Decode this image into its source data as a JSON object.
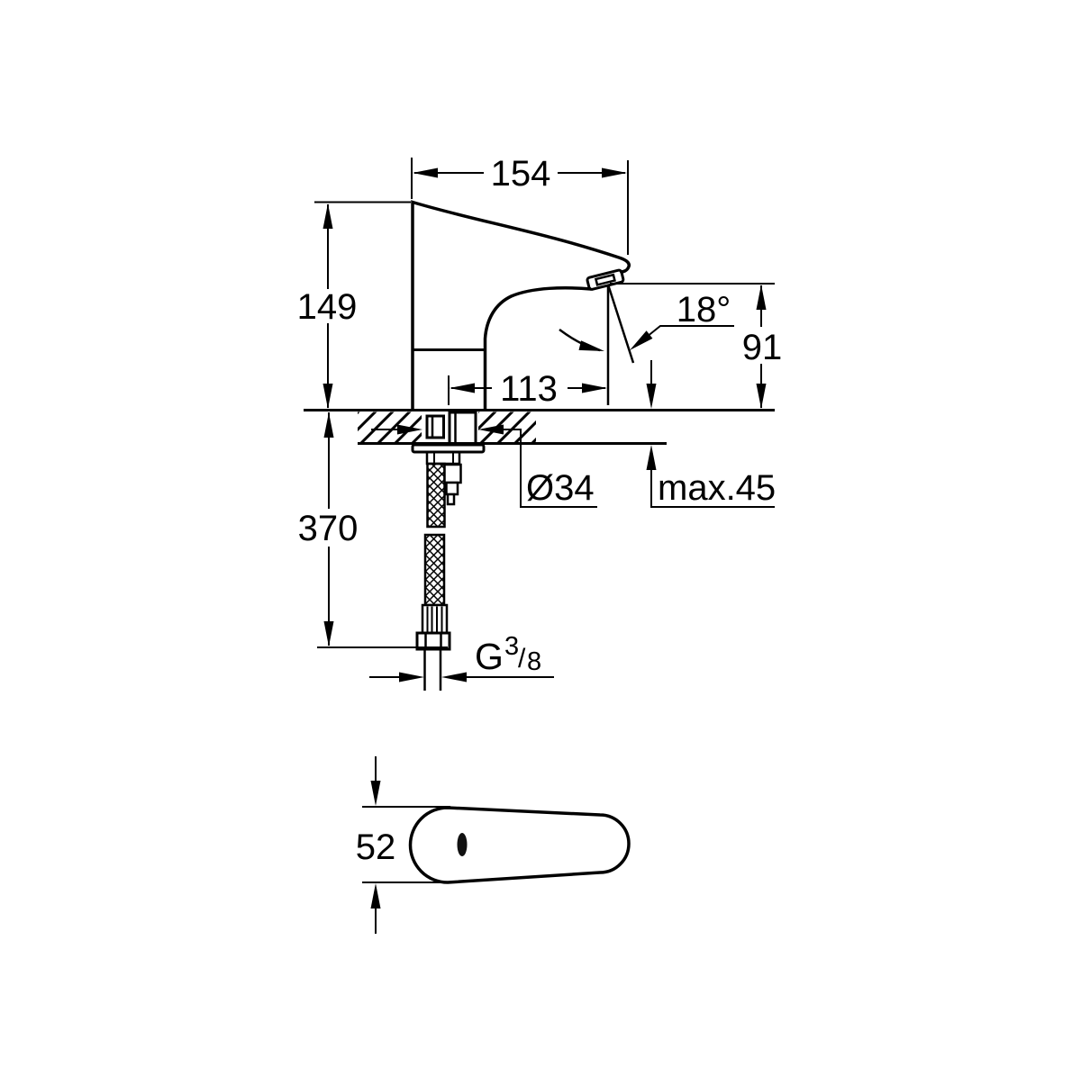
{
  "labels": {
    "overall_width": "154",
    "body_height": "149",
    "spout_reach": "113",
    "spout_angle": "18°",
    "outlet_height": "91",
    "shank_diameter": "Ø34",
    "max_mounting_thickness": "max.45",
    "hose_length": "370",
    "connection_thread": {
      "prefix": "G",
      "numerator": "3",
      "slash": "/",
      "denominator": "8"
    },
    "handle_width": "52"
  },
  "colors": {
    "line": "#000000",
    "background": "#ffffff"
  }
}
